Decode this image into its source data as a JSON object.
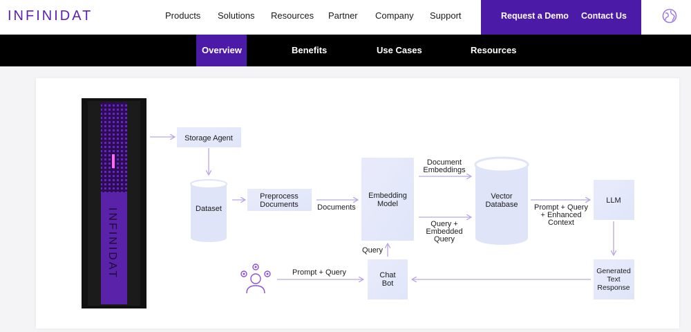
{
  "header": {
    "logo": "INFINIDAT",
    "nav": [
      "Products",
      "Solutions",
      "Resources",
      "Partner",
      "Company",
      "Support"
    ],
    "cta_demo": "Request a Demo",
    "cta_contact": "Contact Us",
    "globe_icon": "globe-icon"
  },
  "subnav": {
    "items": [
      "Overview",
      "Benefits",
      "Use Cases",
      "Resources"
    ],
    "active": "Overview"
  },
  "diagram": {
    "rack_brand": "INFINIDAT",
    "nodes": {
      "storage_agent": "Storage Agent",
      "dataset": "Dataset",
      "preprocess_1": "Preprocess",
      "preprocess_2": "Documents",
      "embedding_1": "Embedding",
      "embedding_2": "Model",
      "vector_1": "Vector",
      "vector_2": "Database",
      "llm": "LLM",
      "generated_1": "Generated",
      "generated_2": "Text",
      "generated_3": "Response",
      "chatbot_1": "Chat",
      "chatbot_2": "Bot"
    },
    "labels": {
      "documents": "Documents",
      "doc_emb_1": "Document",
      "doc_emb_2": "Embeddings",
      "query_emb_1": "Query +",
      "query_emb_2": "Embedded",
      "query_emb_3": "Query",
      "prompt_ctx_1": "Prompt + Query",
      "prompt_ctx_2": "+ Enhanced",
      "prompt_ctx_3": "Context",
      "query": "Query",
      "prompt_query": "Prompt + Query"
    },
    "colors": {
      "purple": "#4b1aa6",
      "box_light": "#e6e9fb",
      "arrow": "#b9a6e2",
      "cylinder": "#dfe4f8"
    }
  }
}
